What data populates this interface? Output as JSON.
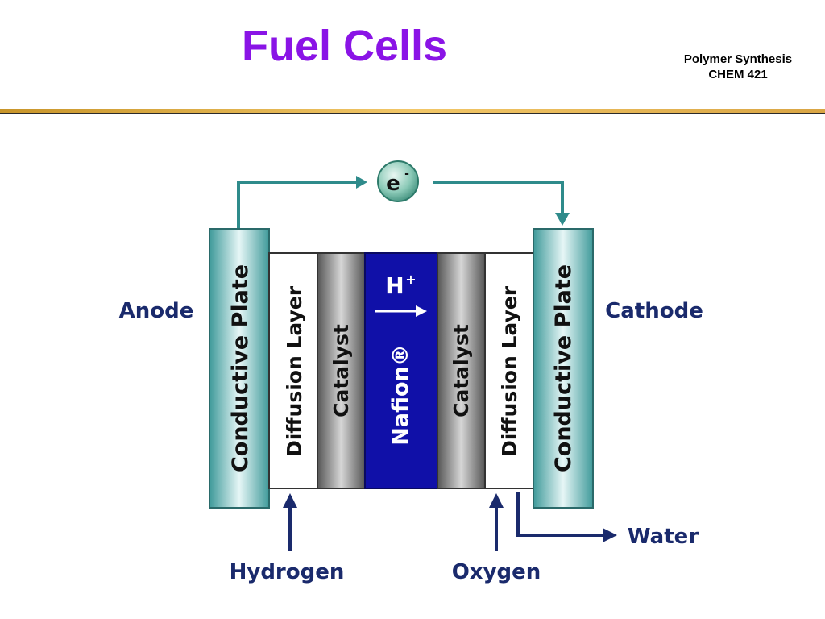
{
  "slide": {
    "title": "Fuel Cells",
    "course_line1": "Polymer Synthesis",
    "course_line2": "CHEM 421"
  },
  "diagram": {
    "electron_label": "e",
    "electron_superscript": "-",
    "anode_label": "Anode",
    "cathode_label": "Cathode",
    "layers": {
      "left_plate": "Conductive Plate",
      "left_diffusion": "Diffusion Layer",
      "left_catalyst": "Catalyst",
      "membrane": "Nafion®",
      "right_catalyst": "Catalyst",
      "right_diffusion": "Diffusion Layer",
      "right_plate": "Conductive Plate"
    },
    "proton_label": "H",
    "proton_superscript": "+",
    "hydrogen_label": "Hydrogen",
    "oxygen_label": "Oxygen",
    "water_label": "Water"
  },
  "colors": {
    "title": "#8a14e6",
    "teal": "#2f8b8b",
    "navy": "#1a2a6c",
    "nafion": "#1010a8",
    "rule_gold": "#e8b84a"
  }
}
